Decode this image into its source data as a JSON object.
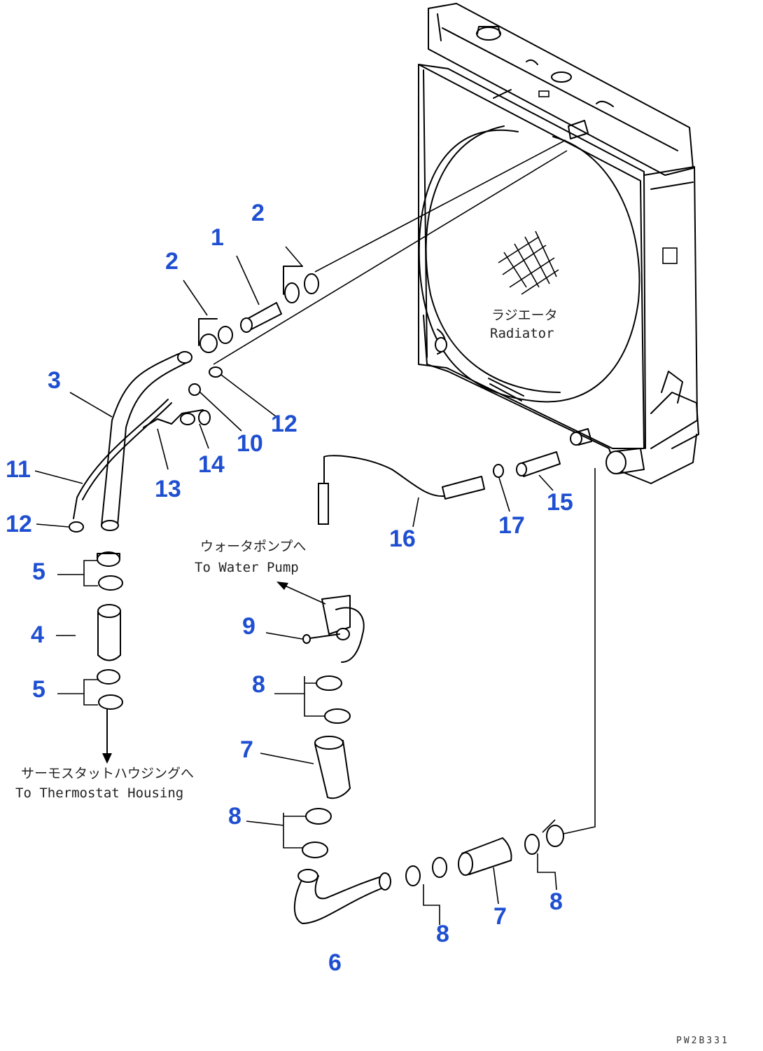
{
  "parts": [
    {
      "id": "p1",
      "label": "1"
    },
    {
      "id": "p2a",
      "label": "2"
    },
    {
      "id": "p2b",
      "label": "2"
    },
    {
      "id": "p3",
      "label": "3"
    },
    {
      "id": "p4",
      "label": "4"
    },
    {
      "id": "p5a",
      "label": "5"
    },
    {
      "id": "p5b",
      "label": "5"
    },
    {
      "id": "p6",
      "label": "6"
    },
    {
      "id": "p7a",
      "label": "7"
    },
    {
      "id": "p7b",
      "label": "7"
    },
    {
      "id": "p8a",
      "label": "8"
    },
    {
      "id": "p8b",
      "label": "8"
    },
    {
      "id": "p8c",
      "label": "8"
    },
    {
      "id": "p8d",
      "label": "8"
    },
    {
      "id": "p9",
      "label": "9"
    },
    {
      "id": "p10",
      "label": "10"
    },
    {
      "id": "p11",
      "label": "11"
    },
    {
      "id": "p12a",
      "label": "12"
    },
    {
      "id": "p12b",
      "label": "12"
    },
    {
      "id": "p13",
      "label": "13"
    },
    {
      "id": "p14",
      "label": "14"
    },
    {
      "id": "p15",
      "label": "15"
    },
    {
      "id": "p16",
      "label": "16"
    },
    {
      "id": "p17",
      "label": "17"
    }
  ],
  "labels": {
    "radiator_jp": "ラジエータ",
    "radiator_en": "Radiator",
    "water_pump_jp": "ウォータポンプへ",
    "water_pump_en": "To Water Pump",
    "thermostat_jp": "サーモスタットハウジングへ",
    "thermostat_en": "To Thermostat Housing"
  },
  "drawing_code": "PW2B331"
}
